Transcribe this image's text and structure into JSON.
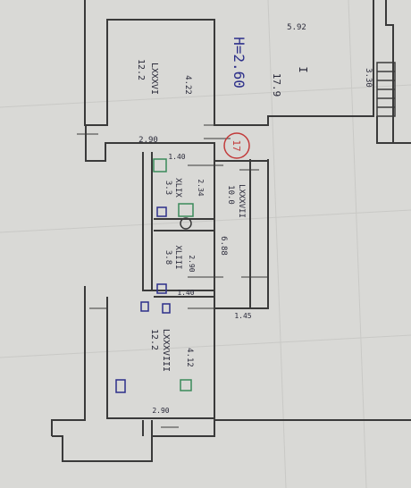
{
  "height_note": "H=2.60",
  "apartment_number": "17",
  "rooms": [
    {
      "name": "I",
      "area": "17.9"
    },
    {
      "name": "LXXXVI",
      "area": "12.2"
    },
    {
      "name": "LXXXVII",
      "area": "10.0"
    },
    {
      "name": "XLIX",
      "area": "3.3"
    },
    {
      "name": "XLIII",
      "area": "3.8"
    },
    {
      "name": "LXXXVIII",
      "area": "12.2"
    }
  ],
  "dimensions": [
    "5.92",
    "3.30",
    "4.22",
    "2.90",
    "1.40",
    "2.34",
    "6.88",
    "2.90",
    "1.40",
    "1.45",
    "4.12",
    "2.90"
  ],
  "colors": {
    "paper": "#d9d9d6",
    "wall": "#3a3a3a",
    "ink_blue": "#2c2f8a",
    "stamp_red": "#c23a3a",
    "fixture_green": "#3a8a5a"
  }
}
